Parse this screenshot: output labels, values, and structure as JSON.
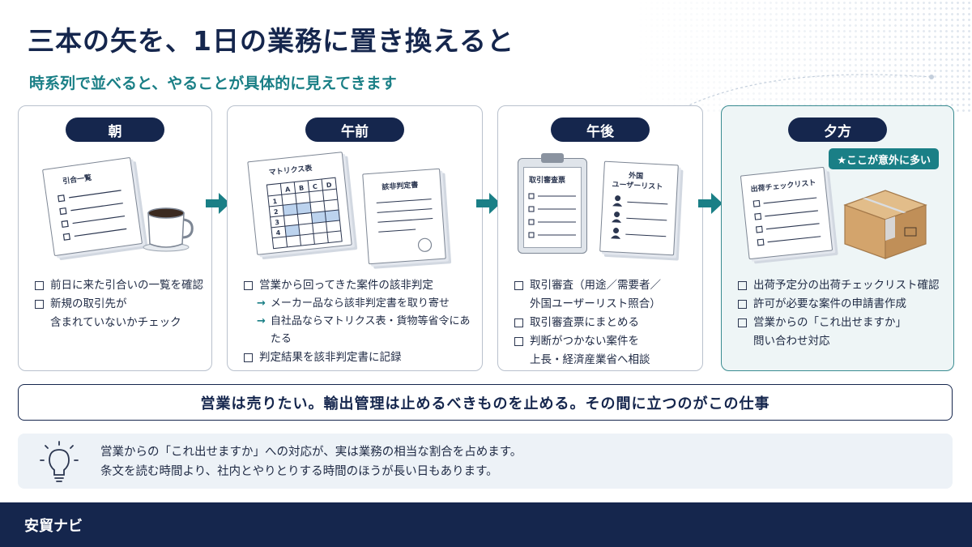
{
  "title": "三本の矢を、1日の業務に置き換えると",
  "subtitle": "時系列で並べると、やることが具体的に見えてきます",
  "cards": [
    {
      "label": "朝",
      "doc_titles": [
        "引合一覧"
      ],
      "tasks": [
        {
          "lines": [
            "前日に来た引合いの一覧を確認"
          ]
        },
        {
          "lines": [
            "新規の取引先が",
            "含まれていないかチェック"
          ]
        }
      ]
    },
    {
      "label": "午前",
      "doc_titles": [
        "マトリクス表",
        "該非判定書"
      ],
      "matrix_headers": [
        "A",
        "B",
        "C",
        "D"
      ],
      "matrix_rows": [
        "1",
        "2",
        "3",
        "4"
      ],
      "tasks": [
        {
          "lines": [
            "営業から回ってきた案件の該非判定"
          ]
        },
        {
          "sub": true,
          "lines": [
            "メーカー品なら該非判定書を取り寄せ"
          ]
        },
        {
          "sub": true,
          "lines": [
            "自社品ならマトリクス表・貨物等省令にあたる"
          ]
        },
        {
          "lines": [
            "判定結果を該非判定書に記録"
          ]
        }
      ]
    },
    {
      "label": "午後",
      "doc_titles": [
        "取引審査票",
        "外国",
        "ユーザーリスト"
      ],
      "tasks": [
        {
          "lines": [
            "取引審査（用途／需要者／",
            "外国ユーザーリスト照合）"
          ]
        },
        {
          "lines": [
            "取引審査票にまとめる"
          ]
        },
        {
          "lines": [
            "判断がつかない案件を",
            "上長・経済産業省へ相談"
          ]
        }
      ]
    },
    {
      "label": "夕方",
      "badge": "★ここが意外に多い",
      "doc_titles": [
        "出荷チェックリスト"
      ],
      "tasks": [
        {
          "lines": [
            "出荷予定分の出荷チェックリスト確認"
          ]
        },
        {
          "lines": [
            "許可が必要な案件の申請書作成"
          ]
        },
        {
          "lines": [
            "営業からの「これ出せますか」",
            "問い合わせ対応"
          ]
        }
      ]
    }
  ],
  "banner": "営業は売りたい。輸出管理は止めるべきものを止める。その間に立つのがこの仕事",
  "note": {
    "icon": "lightbulb-icon",
    "lines": [
      "営業からの「これ出せますか」への対応が、実は業務の相当な割合を占めます。",
      "条文を読む時間より、社内とやりとりする時間のほうが長い日もあります。"
    ]
  },
  "footer": {
    "brand": "安貿ナビ"
  },
  "colors": {
    "navy": "#15264d",
    "teal": "#1a7f86",
    "highlight_bg": "#eef5f6"
  }
}
